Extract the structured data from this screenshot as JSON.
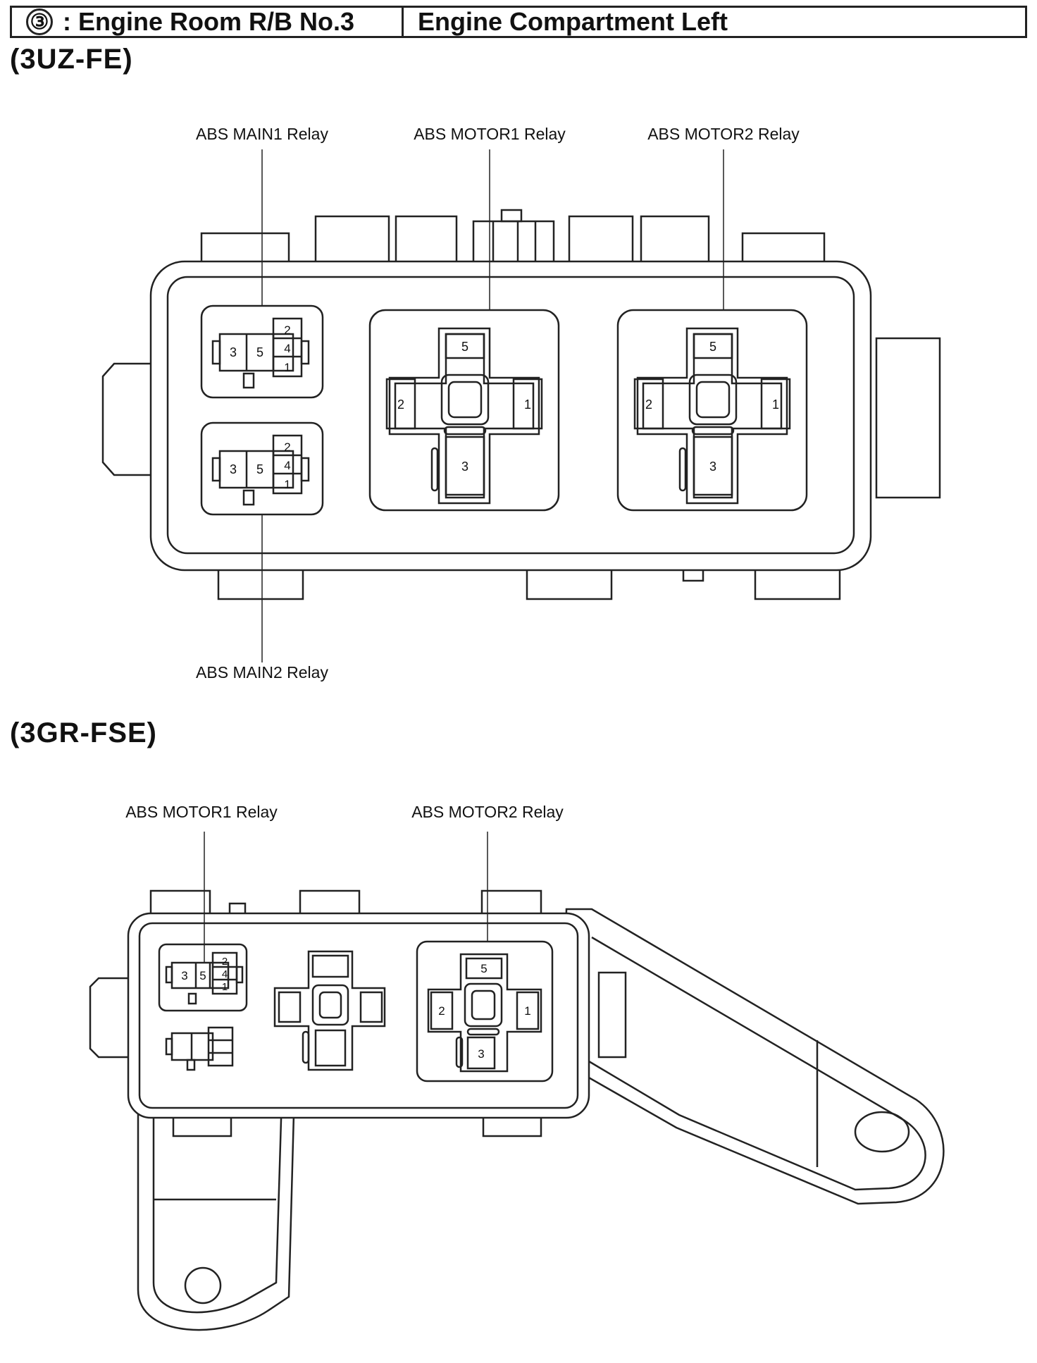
{
  "header": {
    "symbol": "③",
    "relay_block": ": Engine Room R/B No.3",
    "location": "Engine Compartment Left"
  },
  "variants": [
    {
      "engine": "(3UZ-FE)",
      "relay_labels": {
        "abs_main1": "ABS MAIN1 Relay",
        "abs_motor1": "ABS MOTOR1 Relay",
        "abs_motor2": "ABS MOTOR2 Relay",
        "abs_main2": "ABS MAIN2 Relay"
      }
    },
    {
      "engine": "(3GR-FSE)",
      "relay_labels": {
        "abs_motor1": "ABS MOTOR1 Relay",
        "abs_motor2": "ABS MOTOR2 Relay"
      }
    }
  ],
  "small_relay_terminals": [
    "3",
    "5",
    "2",
    "4",
    "1"
  ],
  "large_relay_terminals": [
    "5",
    "2",
    "1",
    "3"
  ]
}
